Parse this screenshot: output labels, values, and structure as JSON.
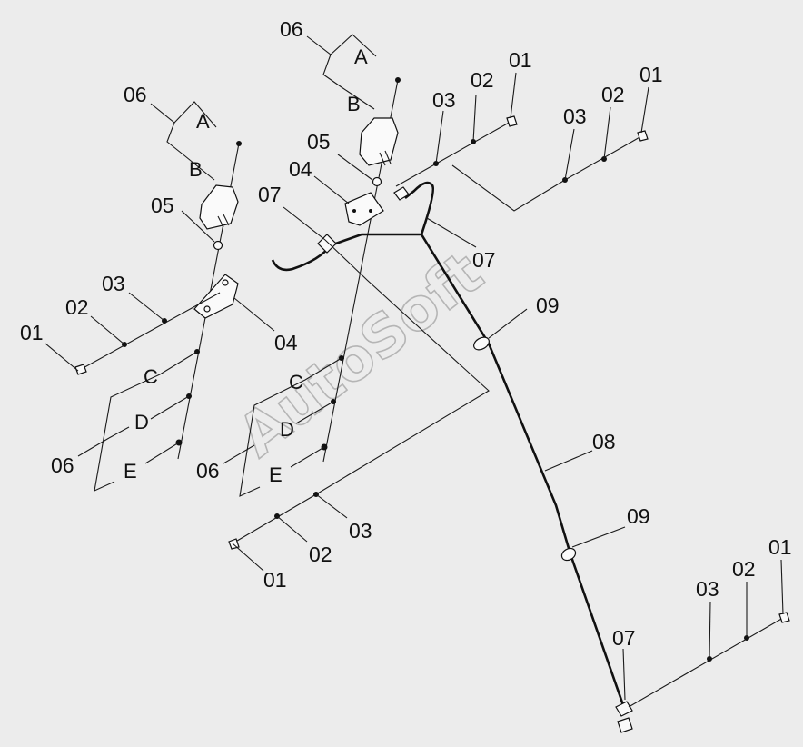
{
  "watermark": "AutoSoft",
  "labels": {
    "n01": "01",
    "n02": "02",
    "n03": "03",
    "n04": "04",
    "n05": "05",
    "n06": "06",
    "n07": "07",
    "n08": "08",
    "n09": "09",
    "a": "A",
    "b": "B",
    "c": "C",
    "d": "D",
    "e": "E"
  }
}
